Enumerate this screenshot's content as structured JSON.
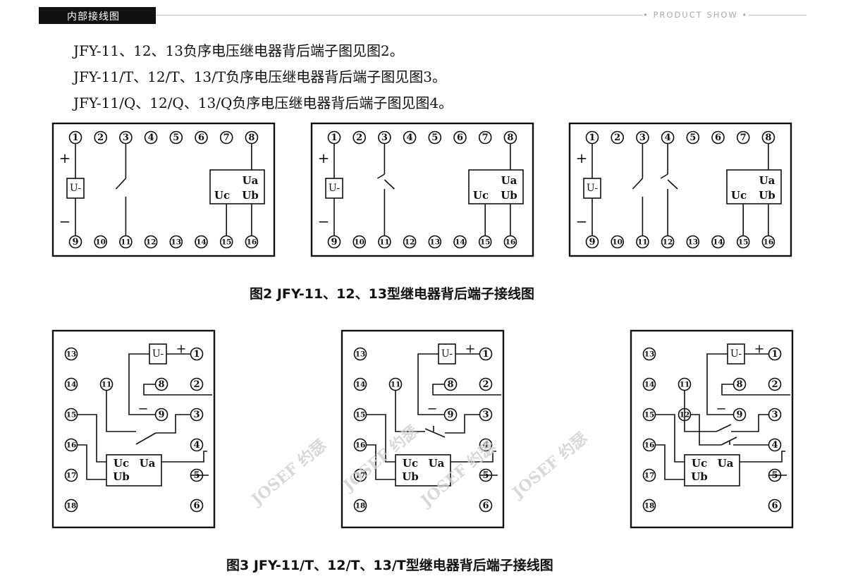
{
  "header": {
    "tag": "内部接线图",
    "product_show": "• PRODUCT SHOW •"
  },
  "intro": {
    "line1": "JFY-11、12、13负序电压继电器背后端子图见图2。",
    "line2": "JFY-11/T、12/T、13/T负序电压继电器背后端子图见图3。",
    "line3": "JFY-11/Q、12/Q、13/Q负序电压继电器背后端子图见图4。"
  },
  "labels": {
    "u_minus": "U-",
    "plus": "+",
    "minus": "−",
    "ua": "Ua",
    "ub": "Ub",
    "uc": "Uc"
  },
  "fig2": {
    "caption": "图2 JFY-11、12、13型继电器背后端子接线图"
  },
  "fig3": {
    "caption": "图3 JFY-11/T、12/T、13/T型继电器背后端子接线图"
  },
  "watermark": {
    "text": "JOSEF 约瑟"
  }
}
